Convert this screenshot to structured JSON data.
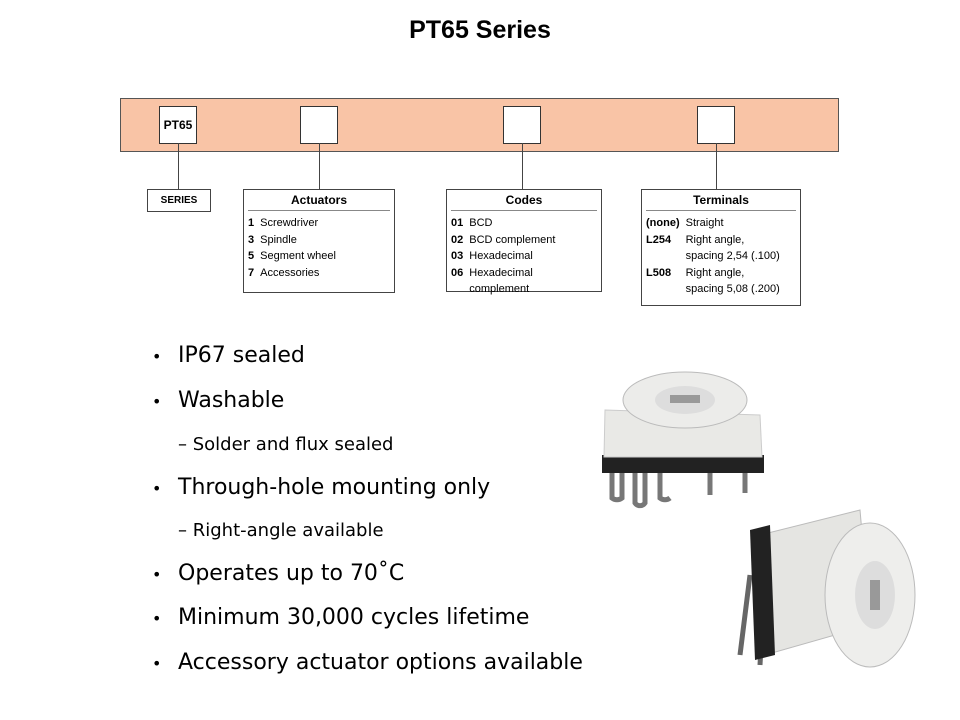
{
  "title": "PT65 Series",
  "diagram": {
    "series_code": "PT65",
    "series_label": "SERIES",
    "actuators": {
      "heading": "Actuators",
      "rows": [
        [
          "1",
          "Screwdriver"
        ],
        [
          "3",
          "Spindle"
        ],
        [
          "5",
          "Segment wheel"
        ],
        [
          "7",
          "Accessories"
        ]
      ]
    },
    "codes": {
      "heading": "Codes",
      "rows": [
        [
          "01",
          "BCD"
        ],
        [
          "02",
          "BCD complement"
        ],
        [
          "03",
          "Hexadecimal"
        ],
        [
          "06",
          "Hexadecimal complement"
        ]
      ]
    },
    "terminals": {
      "heading": "Terminals",
      "rows": [
        [
          "(none)",
          "Straight"
        ],
        [
          "L254",
          "Right angle,"
        ],
        [
          "",
          "spacing 2,54  (.100)"
        ],
        [
          "L508",
          "Right angle,"
        ],
        [
          "",
          "spacing 5,08 (.200)"
        ]
      ]
    }
  },
  "bullets": [
    {
      "text": "IP67 sealed"
    },
    {
      "text": "Washable"
    },
    {
      "text": "Solder and flux sealed",
      "sub": true
    },
    {
      "text": "Through-hole mounting only"
    },
    {
      "text": "Right-angle available",
      "sub": true
    },
    {
      "text": "Operates up to 70˚C"
    },
    {
      "text": "Minimum 30,000 cycles lifetime"
    },
    {
      "text": "Accessory actuator options available"
    }
  ],
  "colors": {
    "bar": "#f9c4a6"
  }
}
